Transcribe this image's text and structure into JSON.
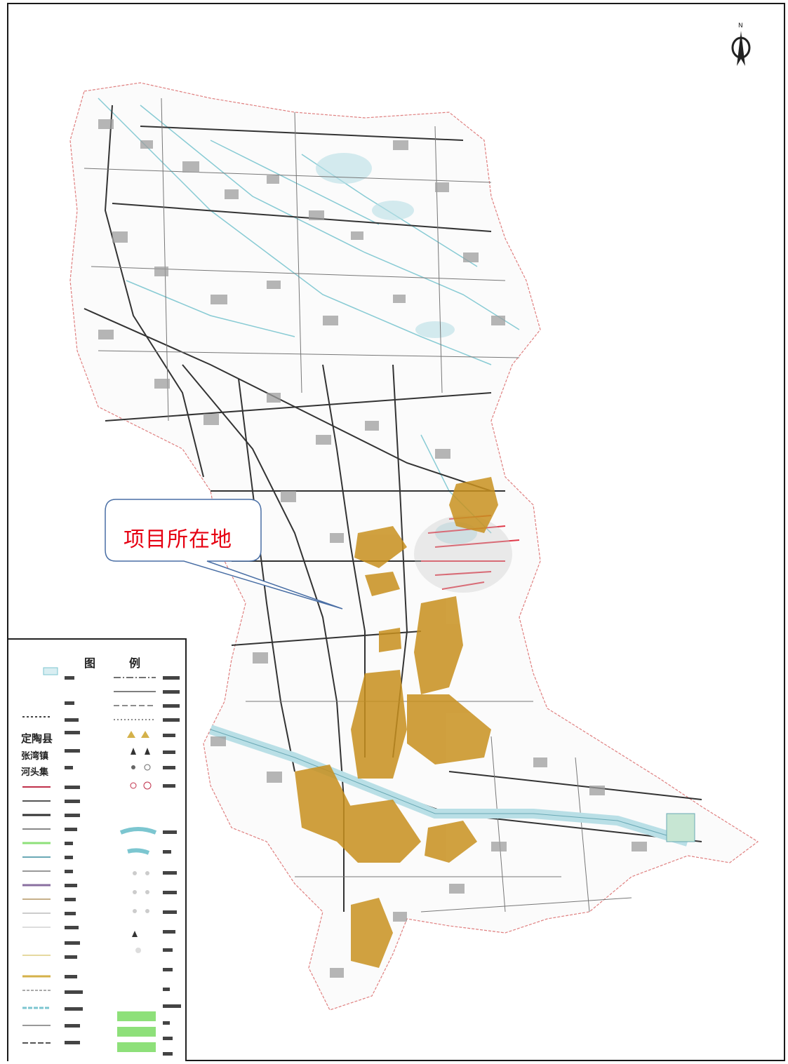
{
  "callout": {
    "label": "项目所在地",
    "text_color": "#e60012",
    "border_color": "#4a6fa5"
  },
  "north_arrow": {
    "letter": "N",
    "icon": "north-arrow-icon"
  },
  "legend": {
    "title_left": "图",
    "title_right": "例",
    "admin_labels": [
      "定陶县",
      "张湾镇",
      "河头集"
    ]
  },
  "colors": {
    "border": "#1a1a1a",
    "road": "#333333",
    "settlement": "#9e9e9e",
    "waterway": "#7cc6d0",
    "canal": "#b9dfe6",
    "mining_area": "#c8901e",
    "urban_red": "#e03a4a",
    "boundary": "#e08080",
    "green_fill": "#8ee07a"
  }
}
